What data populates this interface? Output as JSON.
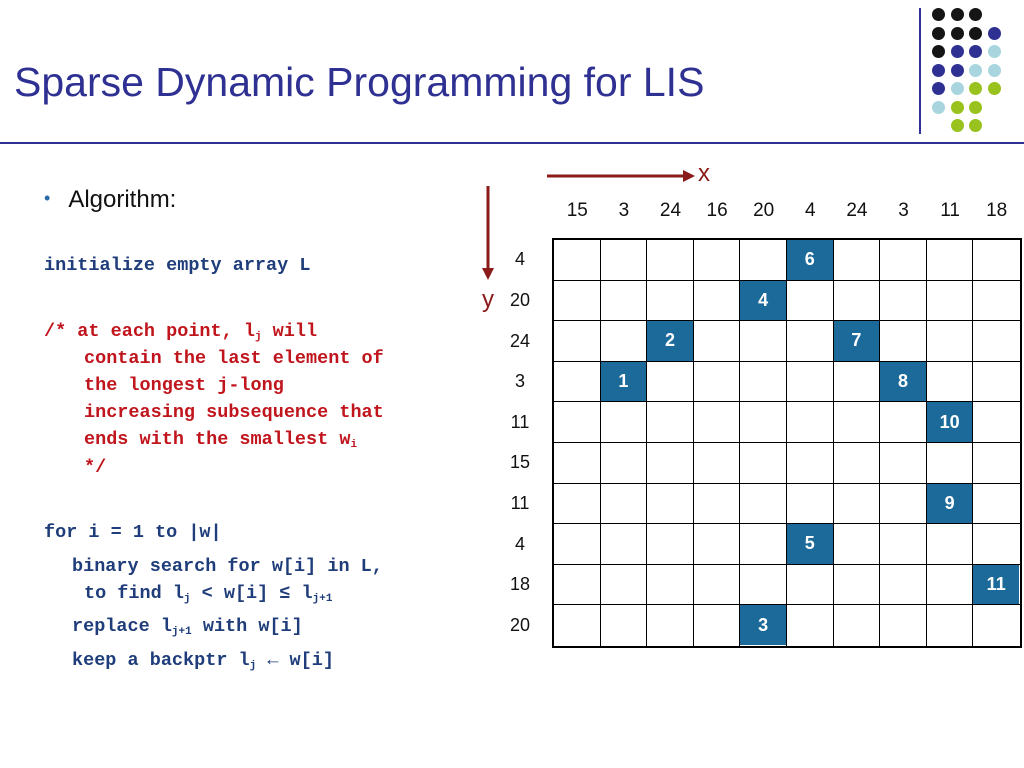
{
  "slide": {
    "title": "Sparse Dynamic Programming for LIS",
    "bullet": "Algorithm:",
    "code": {
      "init": "initialize empty array L",
      "comment_1a": "/* at each point, l",
      "comment_1_sub": "j",
      "comment_1b": " will",
      "comment_2": "contain the last element of",
      "comment_3": "the longest j-long",
      "comment_4": "increasing subsequence that",
      "comment_5a": "ends with the smallest w",
      "comment_5_sub": "i",
      "comment_6": "*/",
      "for_line": "for i = 1 to |w|",
      "bs_1": "binary search for w[i] in L,",
      "bs_2a": "to find l",
      "bs_2_sub1": "j",
      "bs_2b": " < w[i] ≤ l",
      "bs_2_sub2": "j+1",
      "rep_a": "replace l",
      "rep_sub": "j+1",
      "rep_b": " with w[i]",
      "keep_a": "keep a backptr l",
      "keep_sub": "j",
      "keep_b": " ← w[i]"
    }
  },
  "grid": {
    "x_label": "x",
    "y_label": "y",
    "x_values": [
      "15",
      "3",
      "24",
      "16",
      "20",
      "4",
      "24",
      "3",
      "11",
      "18"
    ],
    "y_values": [
      "4",
      "20",
      "24",
      "3",
      "11",
      "15",
      "11",
      "4",
      "18",
      "20"
    ],
    "marks": [
      {
        "row": 0,
        "col": 5,
        "label": "6"
      },
      {
        "row": 1,
        "col": 4,
        "label": "4"
      },
      {
        "row": 2,
        "col": 2,
        "label": "2"
      },
      {
        "row": 2,
        "col": 6,
        "label": "7"
      },
      {
        "row": 3,
        "col": 1,
        "label": "1"
      },
      {
        "row": 3,
        "col": 7,
        "label": "8"
      },
      {
        "row": 4,
        "col": 8,
        "label": "10"
      },
      {
        "row": 6,
        "col": 8,
        "label": "9"
      },
      {
        "row": 7,
        "col": 5,
        "label": "5"
      },
      {
        "row": 8,
        "col": 9,
        "label": "11"
      },
      {
        "row": 9,
        "col": 4,
        "label": "3"
      }
    ],
    "mark_color": "#1c6a9a"
  },
  "decor": {
    "dot_colors": {
      "k": "#151515",
      "p": "#2e3192",
      "l": "#a9d5df",
      "g": "#99c21e"
    },
    "dot_rows": [
      "kkk_",
      "kkkp",
      "kppl",
      "ppll",
      "plgg",
      "lgg_",
      "_gg_"
    ]
  }
}
